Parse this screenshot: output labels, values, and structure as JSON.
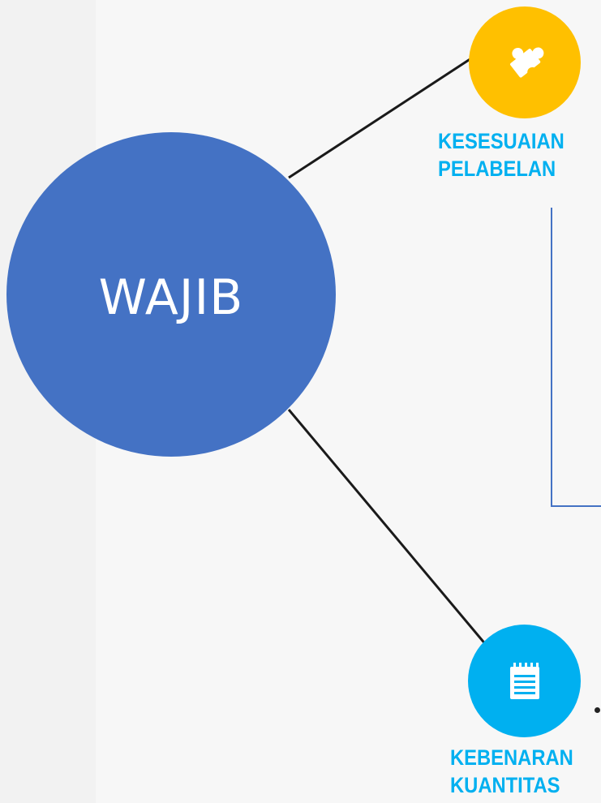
{
  "diagram": {
    "hub": {
      "label": "WAJIB",
      "color": "#4472c4"
    },
    "nodes": [
      {
        "id": "kesesuaian",
        "label_line1": "KESESUAIAN",
        "label_line2": "PELABELAN",
        "color": "#ffc000",
        "icon": "puzzle-piece-icon"
      },
      {
        "id": "kebenaran",
        "label_line1": "KEBENARAN",
        "label_line2": "KUANTITAS",
        "color": "#00b0f0",
        "icon": "notepad-icon"
      }
    ],
    "label_color": "#00b0f0",
    "connector_color": "#1a1a1a",
    "bracket_color": "#4472c4"
  }
}
